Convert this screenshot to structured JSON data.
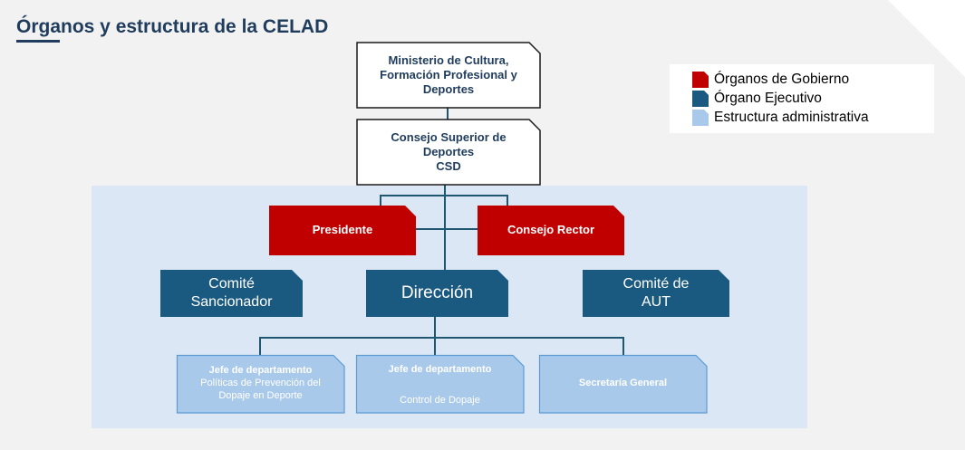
{
  "title": "Órganos y estructura de la CELAD",
  "colors": {
    "gobierno": "#c00000",
    "ejecutivo": "#1b5a80",
    "administrativa": "#a9c9eb",
    "panel": "#dbe7f4",
    "dark_text": "#1f3c5c"
  },
  "legend": [
    {
      "label": "Órganos de Gobierno",
      "color": "#c00000"
    },
    {
      "label": "Órgano Ejecutivo",
      "color": "#1b5a80"
    },
    {
      "label": "Estructura administrativa",
      "color": "#a9c9eb"
    }
  ],
  "nodes": {
    "ministerio": "Ministerio de Cultura, Formación Profesional y Deportes",
    "csd_line1": "Consejo Superior de Deportes",
    "csd_line2": "CSD",
    "presidente": "Presidente",
    "consejo_rector": "Consejo Rector",
    "comite_sancionador": "Comité Sancionador",
    "direccion": "Dirección",
    "comite_aut": "Comité de AUT",
    "jefe1_title": "Jefe de departamento",
    "jefe1_sub": "Políticas de Prevención del Dopaje en Deporte",
    "jefe2_title": "Jefe de departamento",
    "jefe2_sub": "Control de Dopaje",
    "secretaria": "Secretaría General"
  }
}
